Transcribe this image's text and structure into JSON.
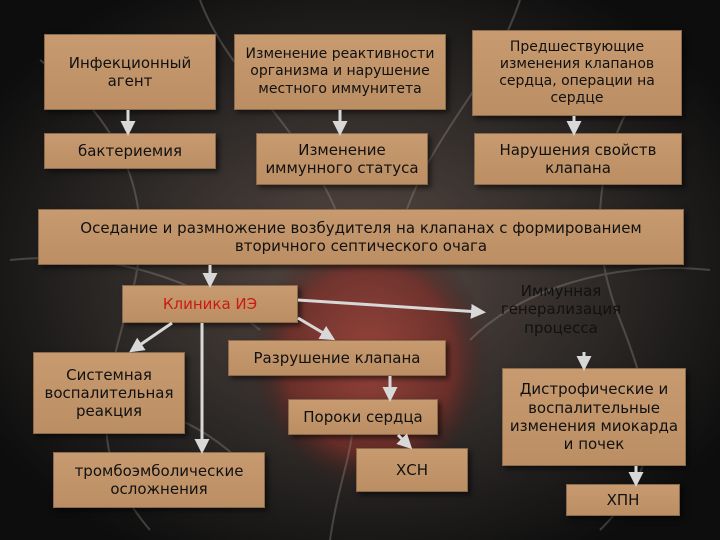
{
  "nodes": {
    "agent": "Инфекционный агент",
    "reactivity": "Изменение реактивности организма и нарушение местного иммунитета",
    "valve_changes": "Предшествующие изменения клапанов сердца, операции на сердце",
    "bacteremia": "бактериемия",
    "immune_status": "Изменение иммунного статуса",
    "valve_properties": "Нарушения свойств клапана",
    "settling": "Оседание и размножение возбудителя на клапанах с формированием вторичного септического очага",
    "clinic": "Клиника ИЭ",
    "immune_gen": "Иммунная генерализация процесса",
    "systemic": "Системная воспалительная реакция",
    "valve_destruction": "Разрушение клапана",
    "heart_defects": "Пороки сердца",
    "dystrophic": "Дистрофические и воспалительные изменения миокарда и почек",
    "thrombo": "тромбоэмболические осложнения",
    "hsn": "ХСН",
    "hpn": "ХПН"
  },
  "colors": {
    "box_fill": "#c79a6f",
    "arrow": "#d8d8d8",
    "clinic_text": "#cc1b10"
  }
}
